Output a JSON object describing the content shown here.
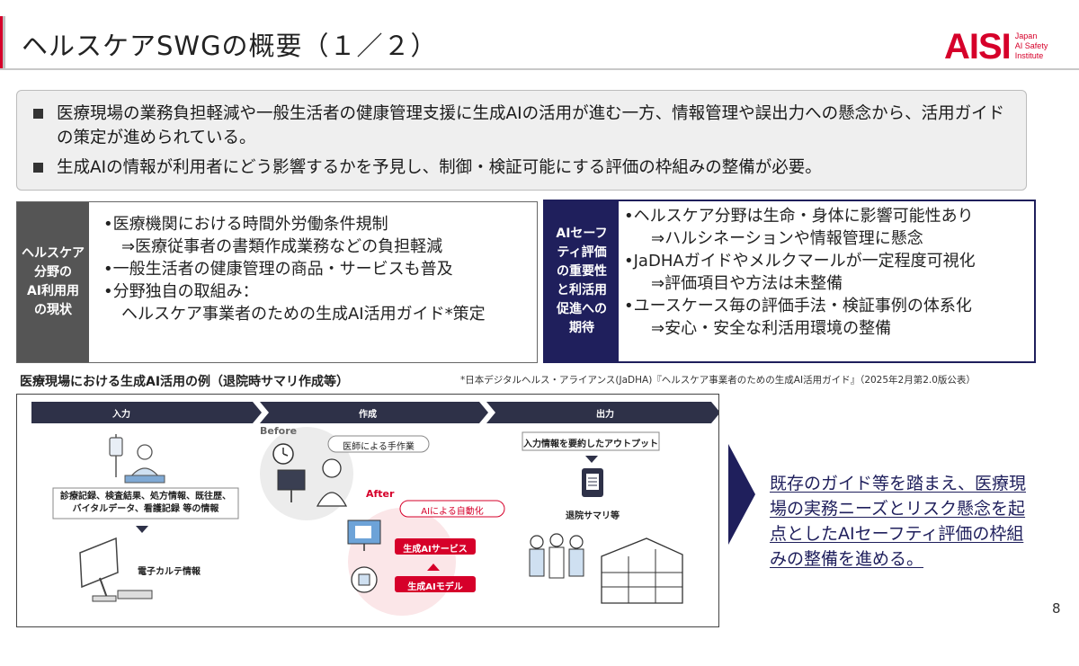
{
  "header": {
    "title": "ヘルスケアSWGの概要（１／２）",
    "logo_mark": "AISI",
    "logo_sub": [
      "Japan",
      "AI Safety",
      "Institute"
    ]
  },
  "summary": [
    "医療現場の業務負担軽減や一般生活者の健康管理支援に生成AIの活用が進む一方、情報管理や誤出力への懸念から、活用ガイドの策定が進められている。",
    "生成AIの情報が利用者にどう影響するかを予見し、制御・検証可能にする評価の枠組みの整備が必要。"
  ],
  "status": {
    "label_lines": [
      "ヘルスケア",
      "分野の",
      "AI利用用",
      "の現状"
    ],
    "lines": [
      "•医療機関における時間外労働条件規制",
      "⇒医療従事者の書類作成業務などの負担軽減",
      "•一般生活者の健康管理の商品・サービスも普及",
      "•分野独自の取組み：",
      "ヘルスケア事業者のための生成AI活用ガイド*策定"
    ]
  },
  "importance": {
    "label_lines": [
      "AIセーフ",
      "ティ評価",
      "の重要性",
      "と利活用",
      "促進への",
      "期待"
    ],
    "lines": [
      "•ヘルスケア分野は生命・身体に影響可能性あり",
      "⇒ハルシネーションや情報管理に懸念",
      "•JaDHAガイドやメルクマールが一定程度可視化",
      "⇒評価項目や方法は未整備",
      "•ユースケース毎の評価手法・検証事例の体系化",
      "⇒安心・安全な利活用環境の整備"
    ]
  },
  "example": {
    "title": "医療現場における生成AI活用の例（退院時サマリ作成等）",
    "footnote": "*日本デジタルヘルス・アライアンス(JaDHA)『ヘルスケア事業者のための生成AI活用ガイド』（2025年2月第2.0版公表）",
    "steps": [
      "入力",
      "作成",
      "出力"
    ],
    "input_info": [
      "診療記録、検査結果、処方情報、既往歴、",
      "バイタルデータ、看護記録 等の情報"
    ],
    "ehr_label": "電子カルテ情報",
    "before_label": "Before",
    "before_desc": "医師による手作業",
    "after_label": "After",
    "after_desc": "AIによる自動化",
    "service_label": "生成AIサービス",
    "model_label": "生成AIモデル",
    "output_info": "入力情報を要約したアウトプット",
    "output_doc": "退院サマリ等"
  },
  "conclusion": "既存のガイド等を踏まえ、医療現場の実務ニーズとリスク懸念を起点としたAIセーフティ評価の枠組みの整備を進める。",
  "page_number": "8",
  "colors": {
    "accent_red": "#d6002a",
    "navy": "#1f1f5c",
    "step_bar": "#2e3148"
  }
}
